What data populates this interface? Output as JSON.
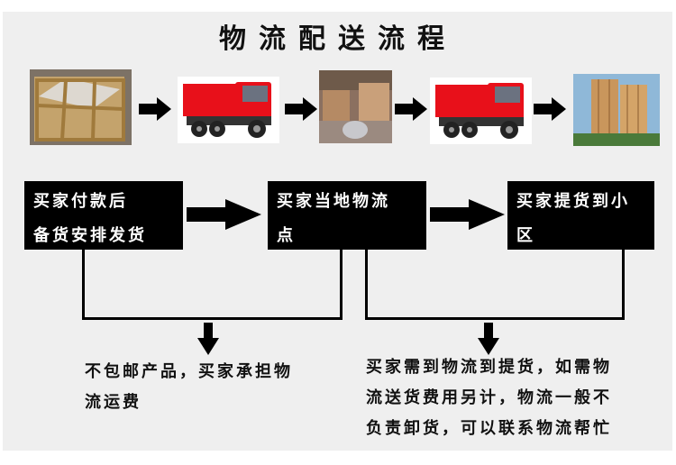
{
  "title": "物流配送流程",
  "photos": [
    {
      "icon": "crate-image",
      "label": "wooden crate"
    },
    {
      "icon": "truck-image",
      "label": "red truck"
    },
    {
      "icon": "warehouse-image",
      "label": "warehouse"
    },
    {
      "icon": "truck-image",
      "label": "red truck"
    },
    {
      "icon": "building-image",
      "label": "residential buildings"
    }
  ],
  "steps": [
    {
      "line1": "买家付款后",
      "line2": "备货安排发货"
    },
    {
      "line1": "买家当地物流",
      "line2": "点"
    },
    {
      "line1": "买家提货到小",
      "line2": "区"
    }
  ],
  "notes": {
    "left": [
      "不包邮产品，买家承担物",
      "流运费"
    ],
    "right": [
      "买家需到物流到提货，如需物",
      "流送货费用另计，物流一般不",
      "负责卸货，可以联系物流帮忙"
    ]
  },
  "colors": {
    "background": "#efefef",
    "box": "#000000",
    "truck_red": "#e8101a"
  }
}
